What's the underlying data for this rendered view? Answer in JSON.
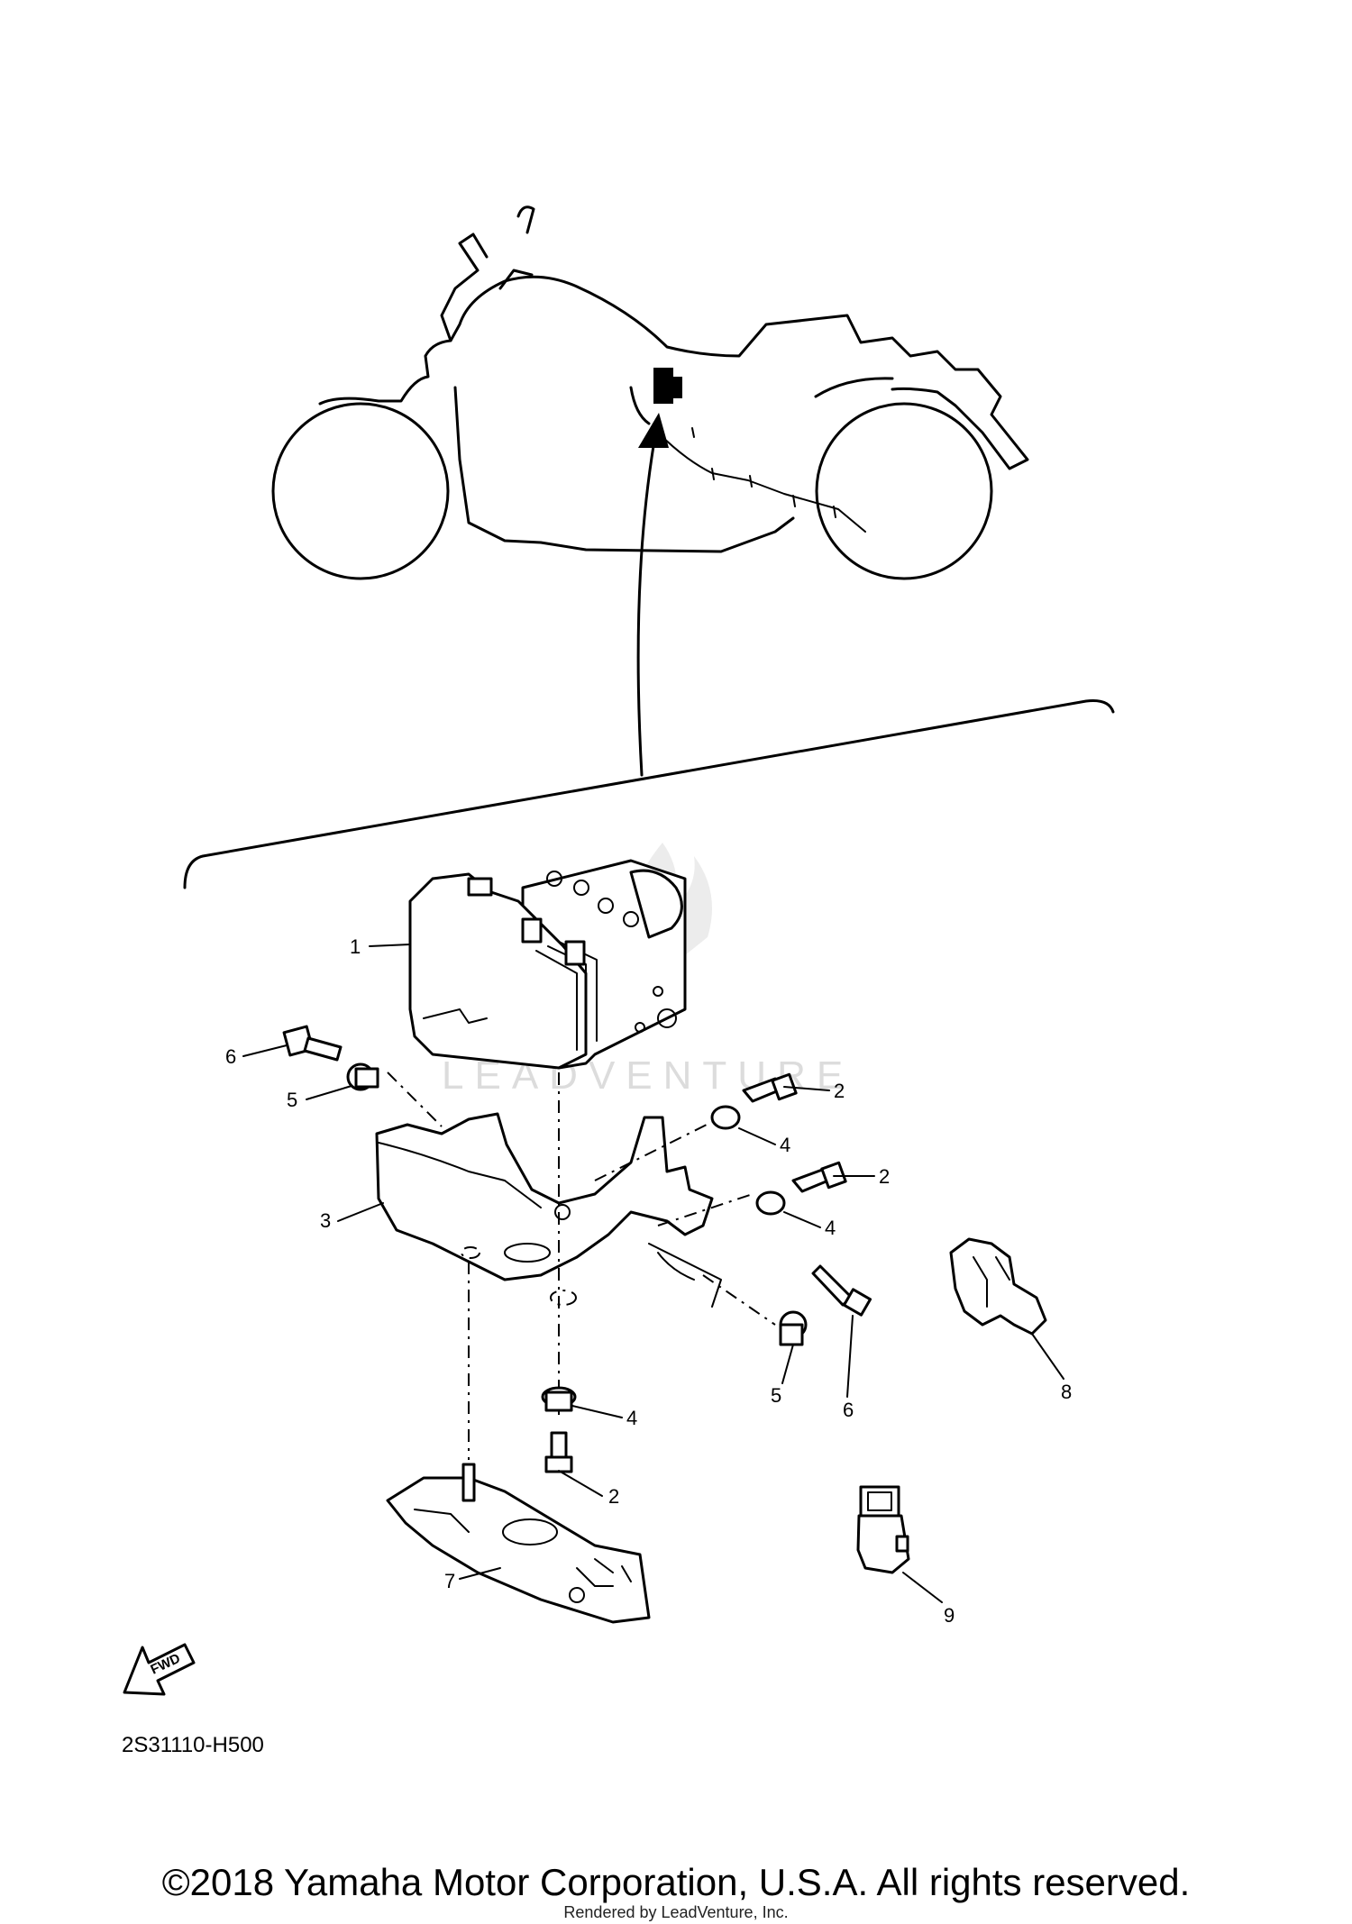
{
  "diagram": {
    "watermark": "LEADVENTURE",
    "fwd_label": "FWD",
    "drawing_code": "2S31110-H500",
    "callouts": [
      {
        "id": "c1",
        "label": "1"
      },
      {
        "id": "c2a",
        "label": "2"
      },
      {
        "id": "c2b",
        "label": "2"
      },
      {
        "id": "c2c",
        "label": "2"
      },
      {
        "id": "c3",
        "label": "3"
      },
      {
        "id": "c4a",
        "label": "4"
      },
      {
        "id": "c4b",
        "label": "4"
      },
      {
        "id": "c4c",
        "label": "4"
      },
      {
        "id": "c5a",
        "label": "5"
      },
      {
        "id": "c5b",
        "label": "5"
      },
      {
        "id": "c6a",
        "label": "6"
      },
      {
        "id": "c6b",
        "label": "6"
      },
      {
        "id": "c7",
        "label": "7"
      },
      {
        "id": "c8",
        "label": "8"
      },
      {
        "id": "c9",
        "label": "9"
      }
    ]
  },
  "footer": {
    "copyright": "©2018 Yamaha Motor Corporation, U.S.A. All rights reserved.",
    "rendered_by": "Rendered by LeadVenture, Inc."
  }
}
